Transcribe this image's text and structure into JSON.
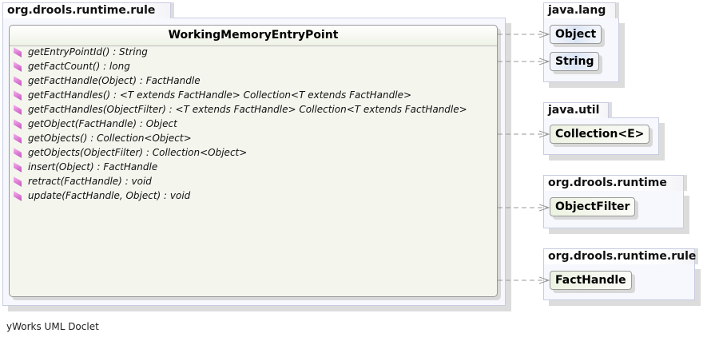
{
  "main_package": {
    "name": "org.drools.runtime.rule",
    "class": {
      "name": "WorkingMemoryEntryPoint",
      "members": [
        "getEntryPointId() : String",
        "getFactCount() : long",
        "getFactHandle(Object) : FactHandle",
        "getFactHandles() : <T extends FactHandle> Collection<T extends FactHandle>",
        "getFactHandles(ObjectFilter) : <T extends FactHandle> Collection<T extends FactHandle>",
        "getObject(FactHandle) : Object",
        "getObjects() : Collection<Object>",
        "getObjects(ObjectFilter) : Collection<Object>",
        "insert(Object) : FactHandle",
        "retract(FactHandle) : void",
        "update(FactHandle, Object) : void"
      ]
    }
  },
  "packages": [
    {
      "name": "java.lang",
      "classes": [
        "Object",
        "String"
      ]
    },
    {
      "name": "java.util",
      "classes": [
        "Collection<E>"
      ]
    },
    {
      "name": "org.drools.runtime",
      "classes": [
        "ObjectFilter"
      ]
    },
    {
      "name": "org.drools.runtime.rule",
      "classes": [
        "FactHandle"
      ]
    }
  ],
  "footer": "yWorks UML Doclet"
}
